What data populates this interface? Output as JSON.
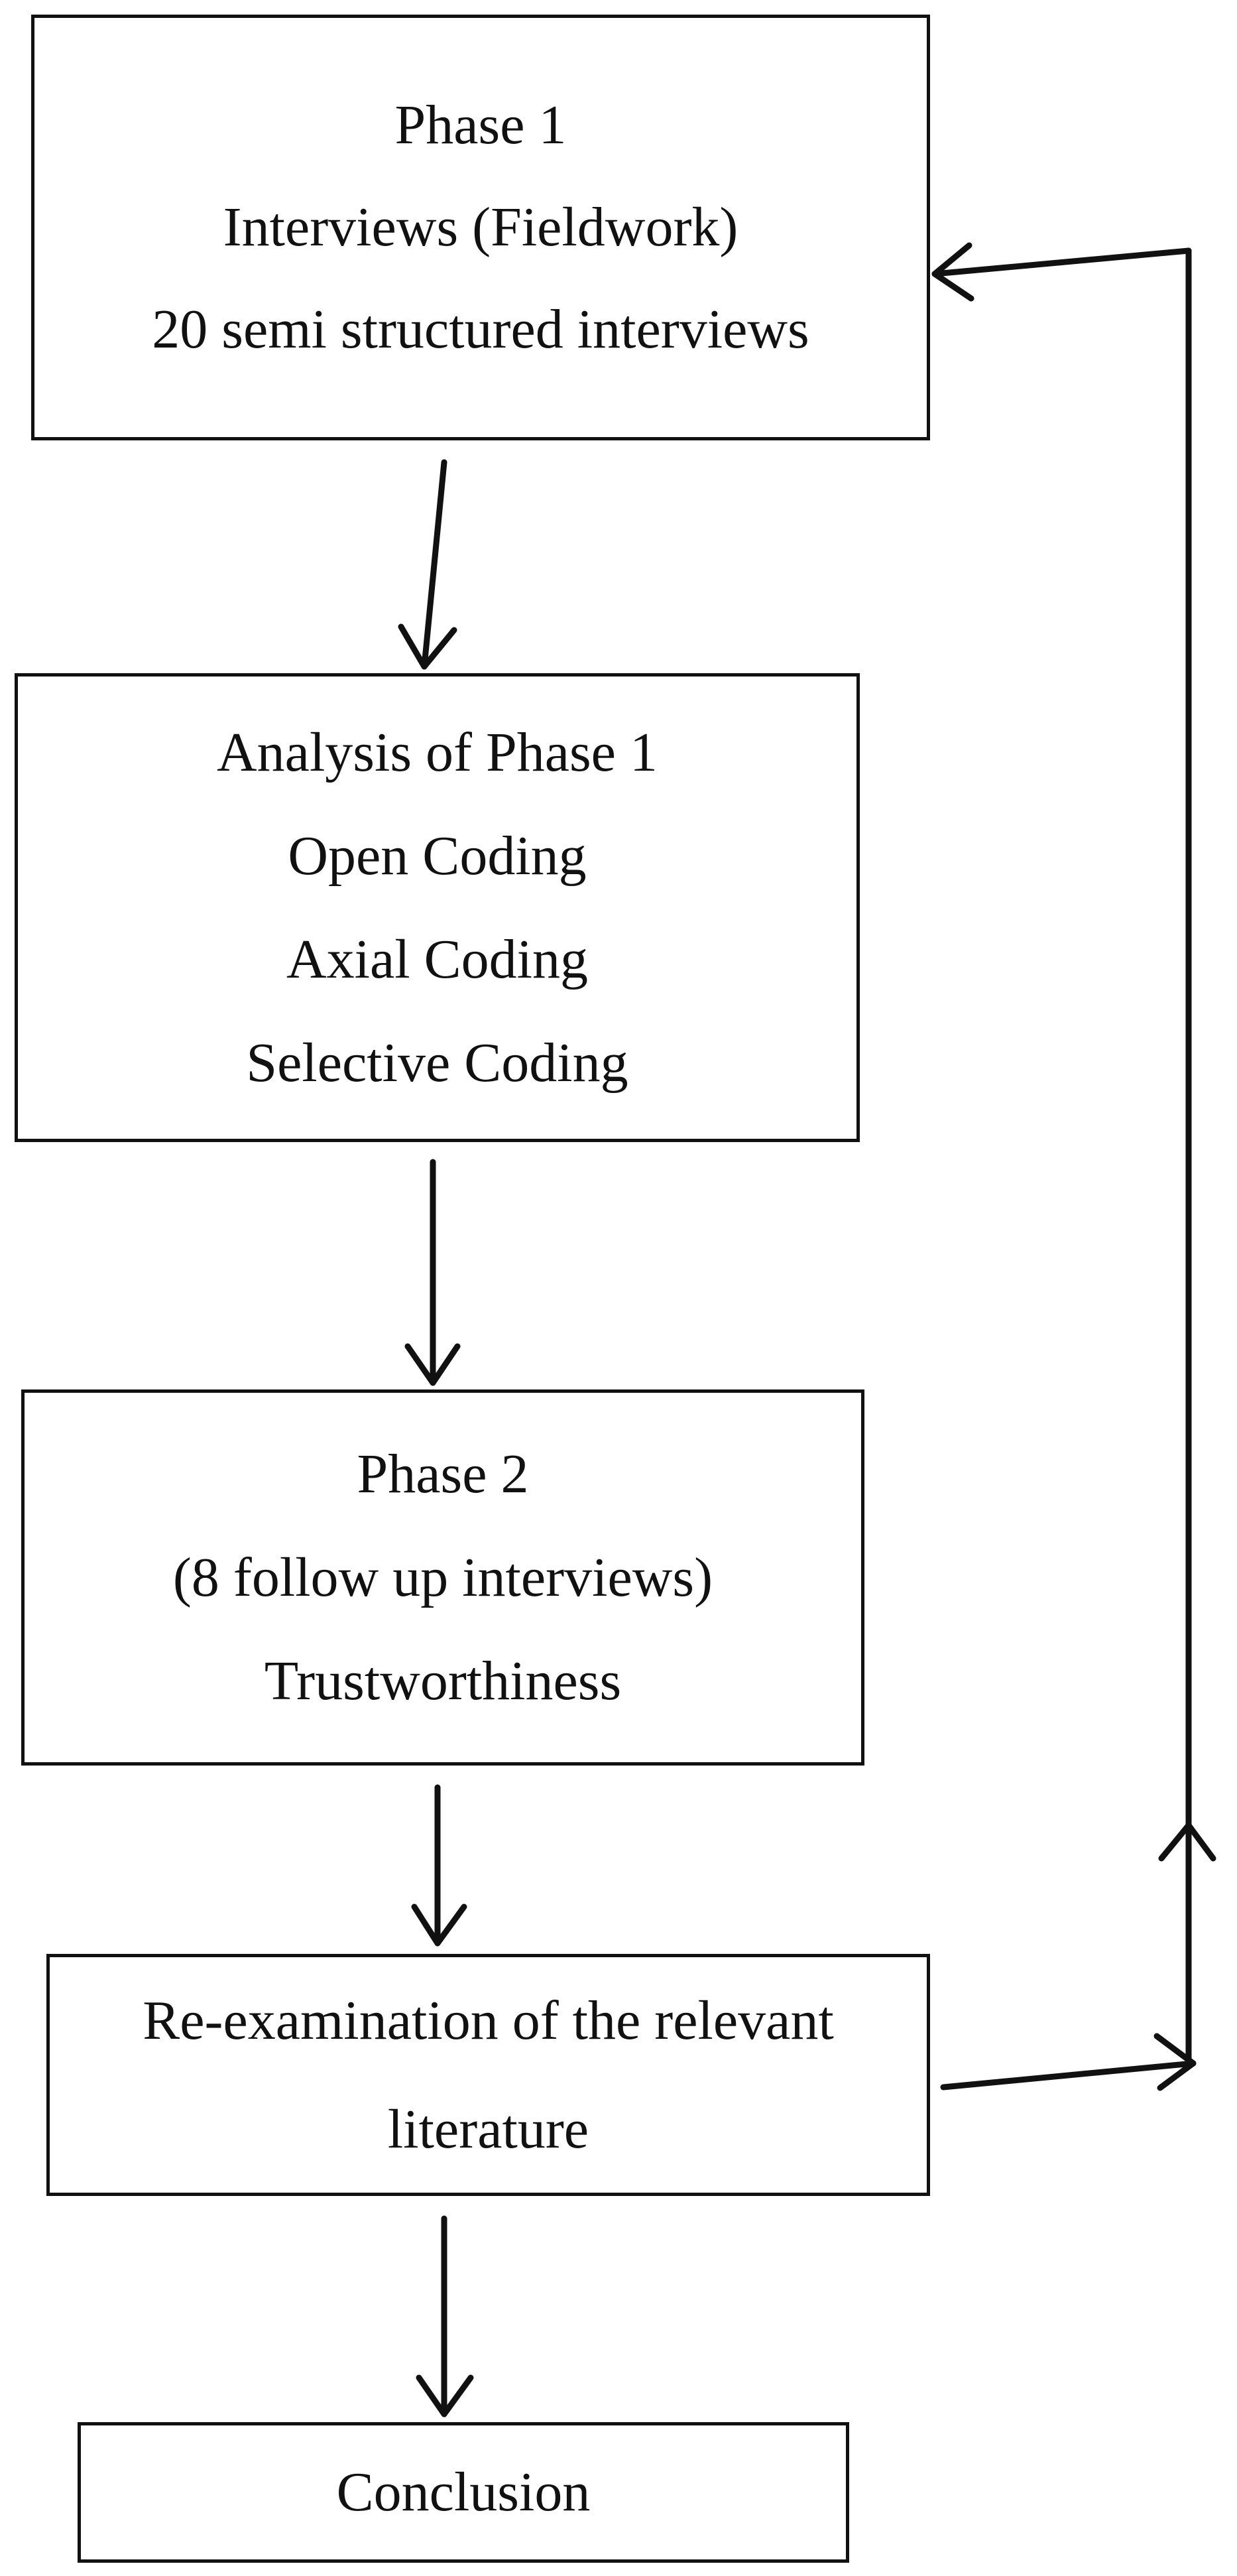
{
  "boxes": {
    "phase1": {
      "line1": "Phase 1",
      "line2": "Interviews (Fieldwork)",
      "line3": "20 semi structured interviews"
    },
    "analysis": {
      "line1": "Analysis of Phase 1",
      "line2": "Open Coding",
      "line3": "Axial Coding",
      "line4": "Selective Coding"
    },
    "phase2": {
      "line1": "Phase 2",
      "line2": "(8 follow up interviews)",
      "line3": "Trustworthiness"
    },
    "reexamination": {
      "line1": "Re-examination of the relevant",
      "line2": "literature"
    },
    "conclusion": {
      "line1": "Conclusion"
    }
  },
  "colors": {
    "stroke": "#111111",
    "background": "#ffffff"
  }
}
